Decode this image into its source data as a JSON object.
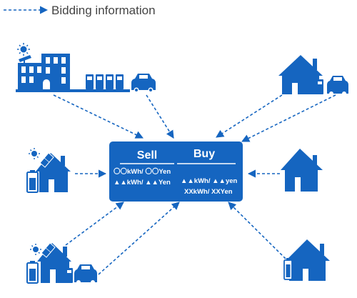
{
  "legend": {
    "label": "Bidding information"
  },
  "market": {
    "sell": {
      "header": "Sell",
      "lines": [
        "〇〇kWh/ 〇〇Yen",
        "▲▲kWh/ ▲▲Yen"
      ]
    },
    "buy": {
      "header": "Buy",
      "lines": [
        "▲▲kWh/ ▲▲yen",
        "XXkWh/ XXYen"
      ]
    }
  },
  "colors": {
    "primary": "#1565C0",
    "background": "#FFFFFF",
    "legend_text": "#444444"
  },
  "icons": [
    "factory-icon",
    "house-icon",
    "solar-panel-icon",
    "sun-icon",
    "battery-icon",
    "ev-charger-icon",
    "car-icon"
  ]
}
